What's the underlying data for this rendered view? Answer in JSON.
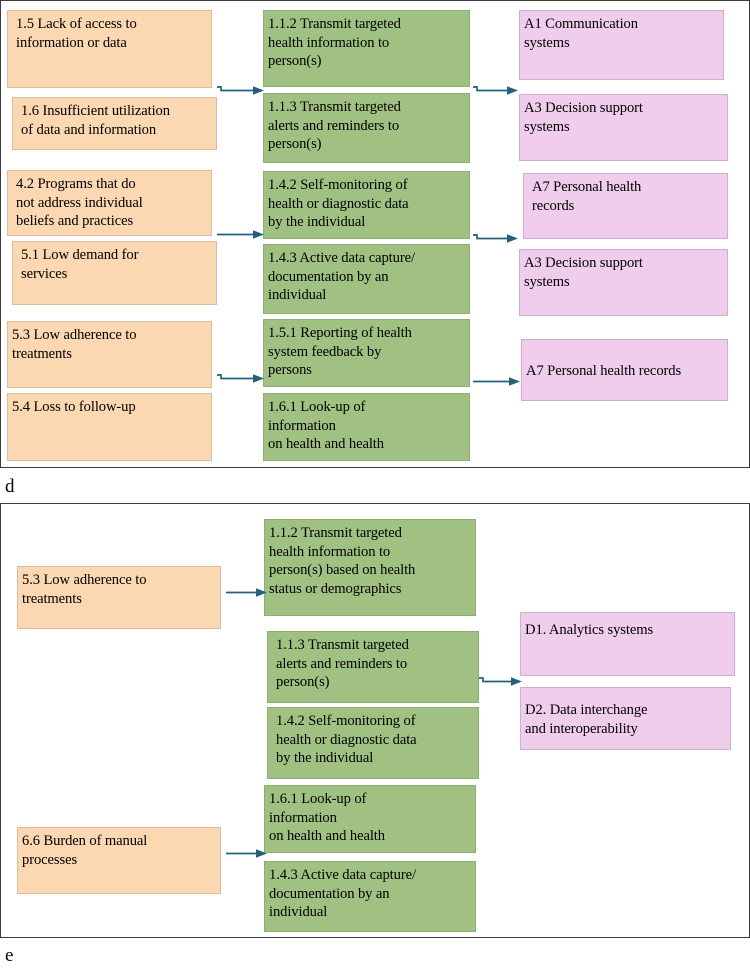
{
  "figure": {
    "panels": [
      {
        "caption": "d",
        "columns": {
          "challenges": [
            {
              "id": "1.5",
              "label": "1.5 Lack of access to\ninformation or data"
            },
            {
              "id": "1.6",
              "label": "1.6 Insufficient utilization\nof data and information"
            },
            {
              "id": "4.2",
              "label": "4.2 Programs that do\nnot address individual\nbeliefs and practices"
            },
            {
              "id": "5.1",
              "label": "5.1 Low demand for\nservices"
            },
            {
              "id": "5.3",
              "label": "5.3 Low adherence to\ntreatments"
            },
            {
              "id": "5.4",
              "label": "5.4 Loss to follow-up"
            }
          ],
          "interventions": [
            {
              "id": "1.1.2",
              "label": "1.1.2 Transmit targeted\nhealth information to\nperson(s)"
            },
            {
              "id": "1.1.3",
              "label": "1.1.3 Transmit targeted\nalerts and reminders to\nperson(s)"
            },
            {
              "id": "1.4.2",
              "label": "1.4.2 Self-monitoring of\nhealth or diagnostic data\nby the individual"
            },
            {
              "id": "1.4.3",
              "label": "1.4.3 Active data capture/\ndocumentation by an\nindividual"
            },
            {
              "id": "1.5.1",
              "label": "1.5.1 Reporting of health\nsystem feedback by\npersons"
            },
            {
              "id": "1.6.1",
              "label": "1.6.1 Look-up of\ninformation\non health and health"
            }
          ],
          "systems": [
            {
              "id": "A1",
              "label": "A1 Communication\nsystems"
            },
            {
              "id": "A3",
              "label": "A3 Decision support\nsystems"
            },
            {
              "id": "A7",
              "label": "A7 Personal health\nrecords"
            },
            {
              "id": "A3b",
              "label": "A3 Decision support\nsystems"
            },
            {
              "id": "A7b",
              "label": "A7 Personal health records"
            }
          ]
        },
        "arrows": [
          {
            "name": "arrow-challenges-to-interventions-1"
          },
          {
            "name": "arrow-challenges-to-interventions-2"
          },
          {
            "name": "arrow-challenges-to-interventions-3"
          },
          {
            "name": "arrow-interventions-to-systems-1"
          },
          {
            "name": "arrow-interventions-to-systems-2"
          },
          {
            "name": "arrow-interventions-to-systems-3"
          }
        ]
      },
      {
        "caption": "e",
        "columns": {
          "challenges": [
            {
              "id": "5.3",
              "label": "5.3 Low adherence to\ntreatments"
            },
            {
              "id": "6.6",
              "label": "6.6 Burden of manual\nprocesses"
            }
          ],
          "interventions": [
            {
              "id": "1.1.2",
              "label": "1.1.2 Transmit targeted\nhealth information to\nperson(s) based on health\nstatus or demographics"
            },
            {
              "id": "1.1.3",
              "label": "1.1.3 Transmit targeted\nalerts and reminders to\nperson(s)"
            },
            {
              "id": "1.4.2",
              "label": "1.4.2 Self-monitoring of\nhealth or diagnostic data\nby the individual"
            },
            {
              "id": "1.6.1",
              "label": "1.6.1 Look-up of\ninformation\non health and health"
            },
            {
              "id": "1.4.3",
              "label": "1.4.3 Active data capture/\ndocumentation by an\nindividual"
            }
          ],
          "systems": [
            {
              "id": "D1",
              "label": "D1. Analytics systems"
            },
            {
              "id": "D2",
              "label": "D2. Data interchange\n and interoperability"
            }
          ]
        },
        "arrows": [
          {
            "name": "arrow-challenges-to-interventions-1"
          },
          {
            "name": "arrow-challenges-to-interventions-2"
          },
          {
            "name": "arrow-interventions-to-systems-1"
          }
        ]
      }
    ],
    "colors": {
      "challenge_fill": "#fbd7b2",
      "intervention_fill": "#a1c183",
      "system_fill": "#f0cdec",
      "arrow": "#23627a",
      "panel_border": "#3a3a3a",
      "text": "#000000"
    }
  }
}
